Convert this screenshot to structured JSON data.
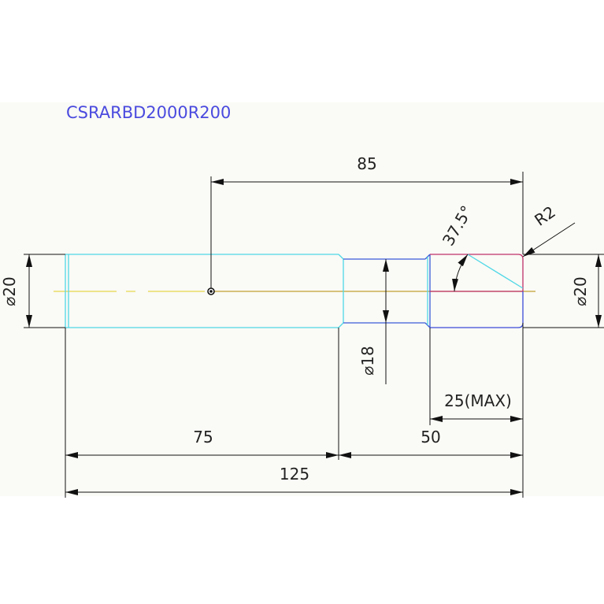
{
  "title": "CSRARBD2000R200",
  "dimensions": {
    "overall_length": "125",
    "shank_length": "75",
    "neck_length": "50",
    "gauge_length": "85",
    "tip_length": "25(MAX)",
    "shank_diameter": "⌀20",
    "neck_diameter": "⌀18",
    "tip_diameter": "⌀20",
    "angle": "37.5°",
    "radius": "R2"
  },
  "colors": {
    "title": "#4a4adf",
    "shank_outline": "#4fd8e6",
    "neck_outline": "#3a5ad8",
    "tip_outline_top": "#c0306a",
    "tip_outline_bottom": "#3a4ad8",
    "centerline": "#e6d84a",
    "dimension_line": "#111111"
  }
}
